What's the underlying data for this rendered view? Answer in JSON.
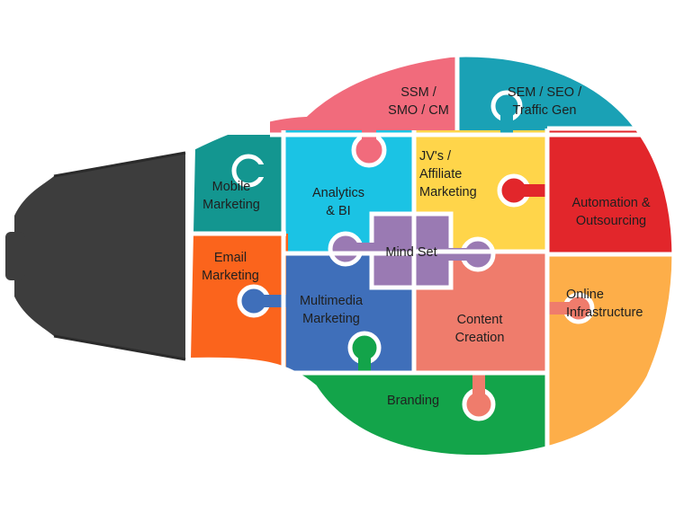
{
  "diagram": {
    "colors": {
      "base": "#3d3d3d",
      "outline": "#ffffff",
      "ssm": "#f16b7c",
      "sem": "#1aa1b5",
      "mobile": "#139690",
      "analytics": "#1bc3e4",
      "jv": "#ffd54a",
      "automation": "#e2262b",
      "email": "#fb641c",
      "mindset": "#9a7ab3",
      "multimedia": "#3f6fba",
      "content": "#ef7c6c",
      "online": "#fdae49",
      "branding": "#13a44a"
    },
    "pieces": {
      "ssm": {
        "lines": [
          "SSM /",
          "SMO / CM"
        ]
      },
      "sem": {
        "lines": [
          "SEM / SEO /",
          "Traffic Gen"
        ]
      },
      "mobile": {
        "lines": [
          "Mobile",
          "Marketing"
        ]
      },
      "analytics": {
        "lines": [
          "Analytics",
          "& BI"
        ]
      },
      "jv": {
        "lines": [
          "JV's /",
          "Affiliate",
          "Marketing"
        ]
      },
      "automation": {
        "lines": [
          "Automation &",
          "Outsourcing"
        ]
      },
      "email": {
        "lines": [
          "Email",
          "Marketing"
        ]
      },
      "mindset": {
        "lines": [
          "Mind Set"
        ]
      },
      "multimedia": {
        "lines": [
          "Multimedia",
          "Marketing"
        ]
      },
      "content": {
        "lines": [
          "Content",
          "Creation"
        ]
      },
      "online": {
        "lines": [
          "Online",
          "Infrastructure"
        ]
      },
      "branding": {
        "lines": [
          "Branding"
        ]
      }
    }
  }
}
